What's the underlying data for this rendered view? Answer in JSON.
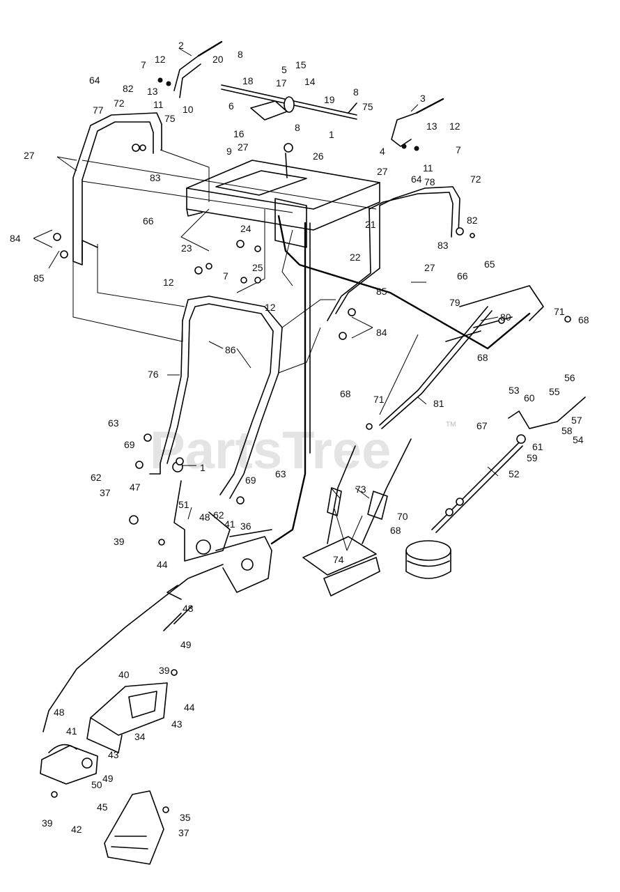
{
  "watermark": "PartsTree",
  "watermark_tm": "TM",
  "callouts": {
    "c1a": "1",
    "c1b": "1",
    "c2": "2",
    "c3": "3",
    "c4": "4",
    "c5": "5",
    "c6": "6",
    "c7a": "7",
    "c7b": "7",
    "c7c": "7",
    "c8a": "8",
    "c8b": "8",
    "c8c": "8",
    "c9": "9",
    "c10": "10",
    "c11a": "11",
    "c11b": "11",
    "c12a": "12",
    "c12b": "12",
    "c12c": "12",
    "c12d": "12",
    "c13a": "13",
    "c13b": "13",
    "c14": "14",
    "c15": "15",
    "c16": "16",
    "c17": "17",
    "c18": "18",
    "c19": "19",
    "c20": "20",
    "c21": "21",
    "c22": "22",
    "c23": "23",
    "c24": "24",
    "c25": "25",
    "c26": "26",
    "c27a": "27",
    "c27b": "27",
    "c27c": "27",
    "c27d": "27",
    "c34": "34",
    "c35": "35",
    "c36": "36",
    "c37a": "37",
    "c37b": "37",
    "c39a": "39",
    "c39b": "39",
    "c39c": "39",
    "c40": "40",
    "c41a": "41",
    "c41b": "41",
    "c42": "42",
    "c43a": "43",
    "c43b": "43",
    "c44a": "44",
    "c44b": "44",
    "c45": "45",
    "c47": "47",
    "c48a": "48",
    "c48b": "48",
    "c48c": "48",
    "c49a": "49",
    "c49b": "49",
    "c50": "50",
    "c51": "51",
    "c52": "52",
    "c53": "53",
    "c54": "54",
    "c55": "55",
    "c56": "56",
    "c57": "57",
    "c58": "58",
    "c59": "59",
    "c60": "60",
    "c61": "61",
    "c62a": "62",
    "c62b": "62",
    "c63a": "63",
    "c63b": "63",
    "c64a": "64",
    "c64b": "64",
    "c65": "65",
    "c66a": "66",
    "c66b": "66",
    "c67": "67",
    "c68a": "68",
    "c68b": "68",
    "c68c": "68",
    "c68d": "68",
    "c69a": "69",
    "c69b": "69",
    "c70": "70",
    "c71a": "71",
    "c71b": "71",
    "c72a": "72",
    "c72b": "72",
    "c73": "73",
    "c74": "74",
    "c75a": "75",
    "c75b": "75",
    "c76": "76",
    "c77": "77",
    "c78": "78",
    "c79": "79",
    "c80": "80",
    "c81": "81",
    "c82a": "82",
    "c82b": "82",
    "c83a": "83",
    "c83b": "83",
    "c84a": "84",
    "c84b": "84",
    "c85a": "85",
    "c85b": "85",
    "c86": "86"
  }
}
